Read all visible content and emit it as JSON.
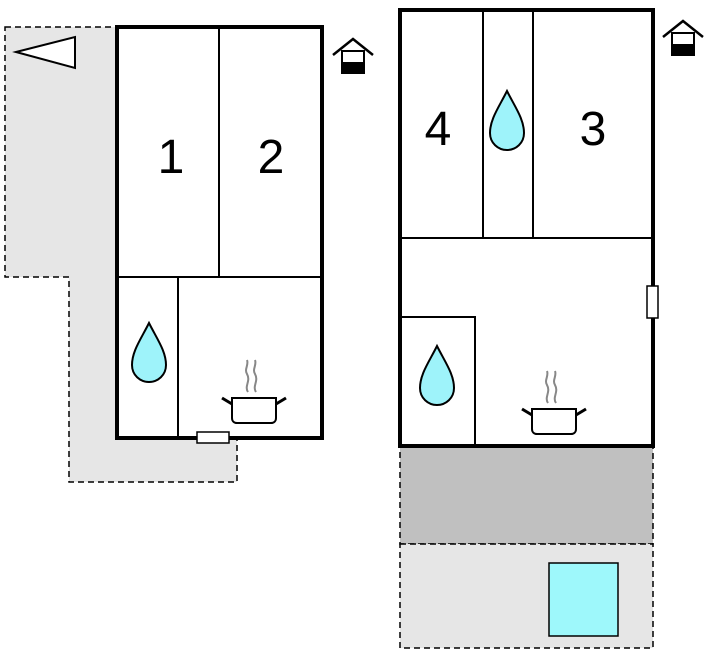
{
  "floorplan": {
    "colors": {
      "wall": "#000000",
      "terrace": "#e6e6e6",
      "carport": "#c0c0c0",
      "water": "#9ef3fa",
      "pool": "#9ef8fb",
      "background": "#ffffff"
    },
    "left_building": {
      "rooms": [
        {
          "label": "1",
          "type": "bedroom"
        },
        {
          "label": "2",
          "type": "bedroom"
        },
        {
          "type": "bathroom",
          "icon": "water-drop-icon"
        },
        {
          "type": "kitchen",
          "icon": "cooking-pot-icon"
        }
      ],
      "floor_icon": "ground-floor-house-icon"
    },
    "right_building": {
      "rooms": [
        {
          "label": "4",
          "type": "bedroom"
        },
        {
          "type": "bathroom",
          "icon": "water-drop-icon"
        },
        {
          "label": "3",
          "type": "bedroom"
        },
        {
          "type": "living-kitchen",
          "icon": "cooking-pot-icon"
        },
        {
          "type": "bathroom",
          "icon": "water-drop-icon"
        }
      ],
      "floor_icon": "ground-floor-house-icon"
    }
  }
}
